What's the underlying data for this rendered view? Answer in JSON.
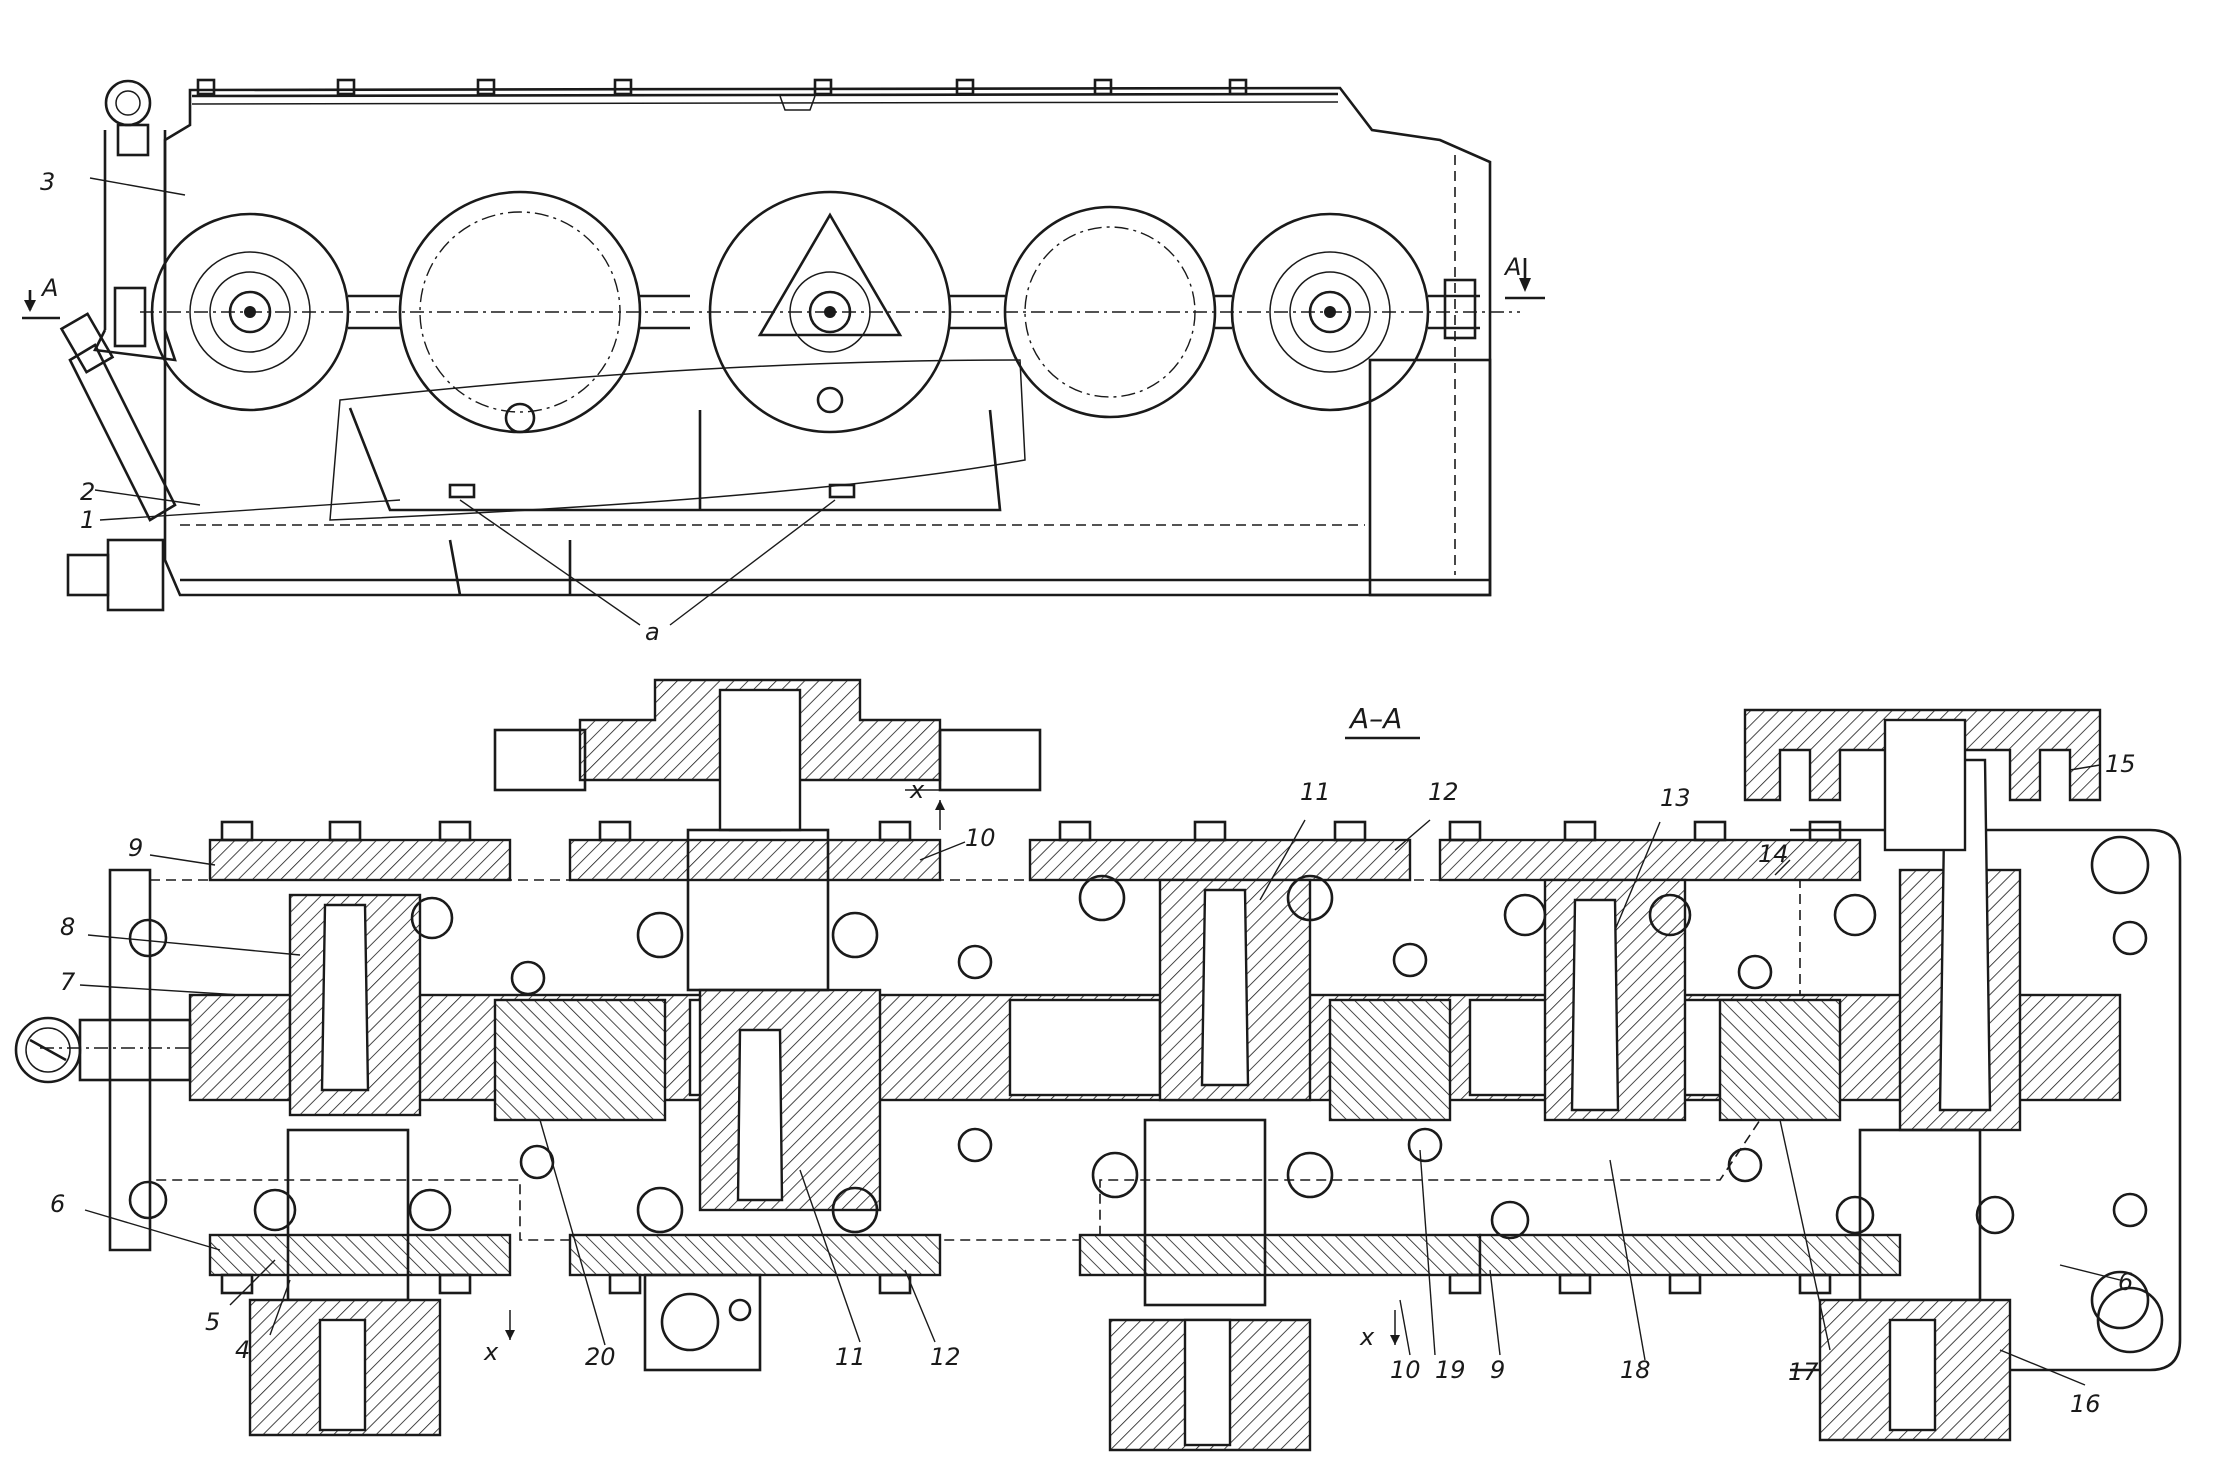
{
  "section_title": "А–А",
  "section_marks": {
    "left": "А",
    "right": "А"
  },
  "top_view_labels": {
    "part_3": "3",
    "part_2": "2",
    "part_1": "1",
    "ref_a": "a"
  },
  "section_labels": {
    "part_9_left": "9",
    "part_8": "8",
    "part_7": "7",
    "part_6_left": "6",
    "part_5": "5",
    "part_4": "4",
    "part_10_top": "10",
    "part_11_top": "11",
    "part_12_top": "12",
    "part_13": "13",
    "part_14": "14",
    "part_15": "15",
    "part_6_right": "6",
    "part_16": "16",
    "part_17": "17",
    "part_18": "18",
    "part_9_bottom": "9",
    "part_19": "19",
    "part_10_bottom": "10",
    "part_12_bottom": "12",
    "part_11_bottom": "11",
    "part_20": "20"
  },
  "gap_marks": {
    "top": "x",
    "bottom_left": "x",
    "bottom_right": "x"
  }
}
